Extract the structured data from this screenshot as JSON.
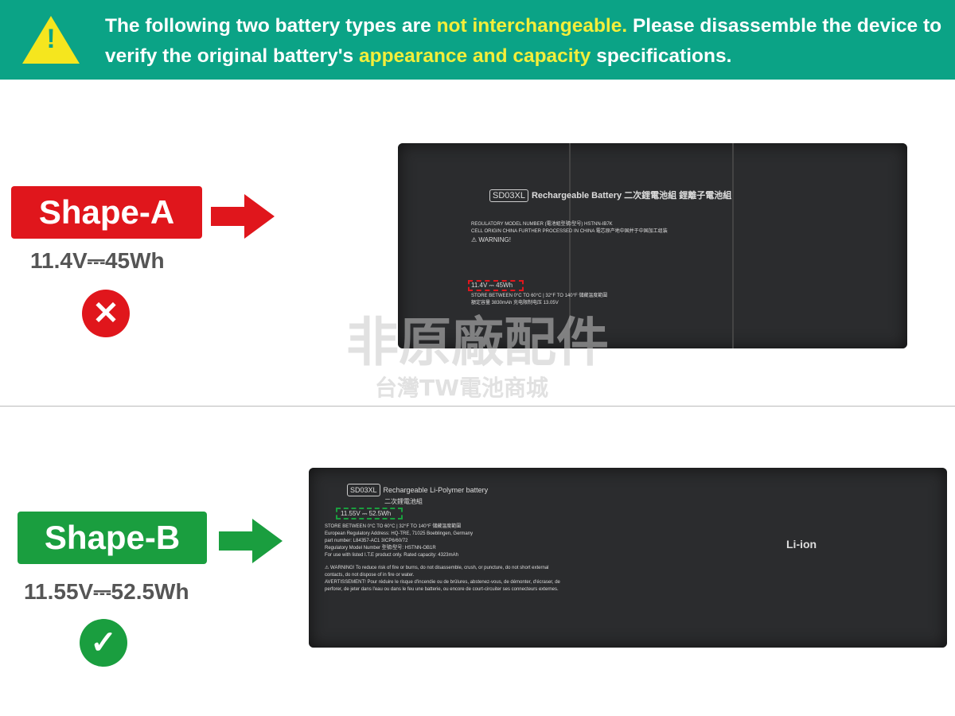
{
  "header": {
    "parts": [
      {
        "text": "The following two battery types are ",
        "highlight": false
      },
      {
        "text": "not interchangeable.",
        "highlight": true
      },
      {
        "text": " Please disassemble the device to verify the original battery's ",
        "highlight": false
      },
      {
        "text": "appearance and capacity",
        "highlight": true
      },
      {
        "text": " specifications.",
        "highlight": false
      }
    ],
    "icon": "warning-triangle-icon"
  },
  "shape_a": {
    "label": "Shape-A",
    "spec": "11.4V⎓45Wh",
    "status": "✕",
    "color": "#e0161c",
    "battery": {
      "model": "SD03XL",
      "title": "Rechargeable Battery  二次鋰電池組  鋰離子電池組",
      "regulatory": "REGULATORY MODEL NUMBER (電池組型號/型号) HSTNN-IB7K",
      "origin": "CELL ORIGIN CHINA FURTHER PROCESSED IN CHINA 電芯原产地中国并于中国加工组装",
      "warning": "⚠ WARNING!",
      "rating": "11.4V ⎓ 45Wh",
      "store": "STORE BETWEEN 0°C TO 60°C | 32°F TO 140°F 儲藏溫度範圍",
      "capacity": "額定容量 3830mAh  充电限制电压 13.05V"
    }
  },
  "shape_b": {
    "label": "Shape-B",
    "spec": "11.55V⎓52.5Wh",
    "status": "✓",
    "color": "#1a9e3f",
    "battery": {
      "model": "SD03XL",
      "title": "Rechargeable Li-Polymer battery",
      "subtitle": "二次鋰電池組",
      "rating": "11.55V ⎓ 52.5Wh",
      "store": "STORE BETWEEN 0°C TO 60°C | 32°F TO 140°F 儲藏溫度範圍",
      "address": "European Regulatory Address:    HQ-TRE, 71025 Boeblingen, Germany",
      "part": "part number: L84357-AC1    3ICP6/60/72",
      "regulatory": "Regulatory Model Number 型號/型号: HSTNN-OB1R",
      "use": "For use with listed I.T.E product only.     Rated capacity: 4323mAh",
      "warning": "⚠ WARNING! To reduce risk of fire or burns, do not disassemble, crush, or puncture, do not short external contacts, do not dispose of in fire or water.",
      "avert": "AVERTISSEMENT! Pour réduire le risque d'incendie ou de brûlures, abstenez-vous, de démonter, d'écraser, de perforer, de jeter dans l'eau ou dans le feu une batterie, ou encore de court-circuiter ses connecteurs externes.",
      "liion": "Li-ion"
    }
  },
  "watermark": {
    "line1": "非原廠配件",
    "line2": "台灣TW電池商城"
  }
}
